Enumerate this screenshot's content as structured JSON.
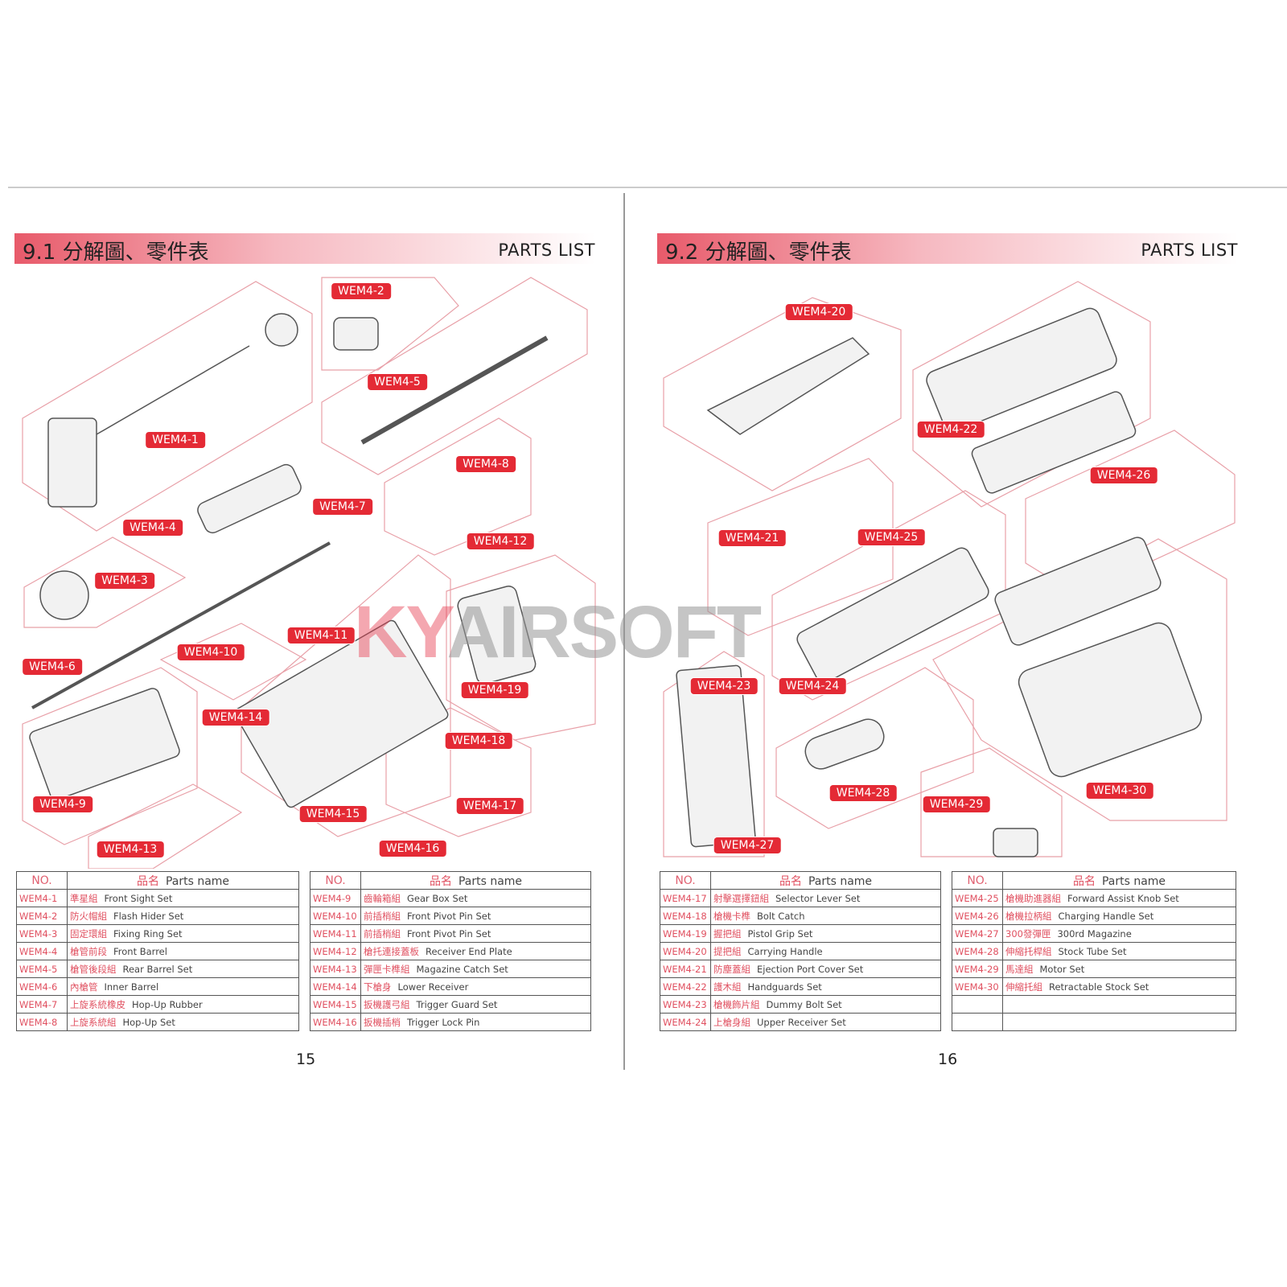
{
  "left_page": {
    "title": "9.1 分解圖、零件表",
    "subtitle": "PARTS LIST",
    "page_number": "15",
    "labels": [
      "WEM4-1",
      "WEM4-2",
      "WEM4-5",
      "WEM4-8",
      "WEM4-7",
      "WEM4-4",
      "WEM4-12",
      "WEM4-3",
      "WEM4-6",
      "WEM4-10",
      "WEM4-11",
      "WEM4-19",
      "WEM4-14",
      "WEM4-18",
      "WEM4-9",
      "WEM4-17",
      "WEM4-15",
      "WEM4-16",
      "WEM4-13"
    ]
  },
  "right_page": {
    "title": "9.2 分解圖、零件表",
    "subtitle": "PARTS LIST",
    "page_number": "16",
    "labels": [
      "WEM4-20",
      "WEM4-22",
      "WEM4-26",
      "WEM4-21",
      "WEM4-25",
      "WEM4-23",
      "WEM4-24",
      "WEM4-28",
      "WEM4-30",
      "WEM4-29",
      "WEM4-27"
    ]
  },
  "watermark": "KY AIRSOFT",
  "table_headers": {
    "no": "NO.",
    "name_zh": "品名",
    "name_en": "Parts name"
  },
  "tables": [
    [
      [
        "WEM4-1",
        "準星組",
        "Front Sight Set"
      ],
      [
        "WEM4-2",
        "防火帽組",
        "Flash Hider Set"
      ],
      [
        "WEM4-3",
        "固定環組",
        "Fixing Ring Set"
      ],
      [
        "WEM4-4",
        "槍管前段",
        "Front Barrel"
      ],
      [
        "WEM4-5",
        "槍管後段組",
        "Rear Barrel Set"
      ],
      [
        "WEM4-6",
        "內槍管",
        "Inner Barrel"
      ],
      [
        "WEM4-7",
        "上旋系統橡皮",
        "Hop-Up Rubber"
      ],
      [
        "WEM4-8",
        "上旋系統組",
        "Hop-Up Set"
      ]
    ],
    [
      [
        "WEM4-9",
        "齒輪箱組",
        "Gear Box Set"
      ],
      [
        "WEM4-10",
        "前插梢組",
        "Front Pivot Pin Set"
      ],
      [
        "WEM4-11",
        "前插梢組",
        "Front Pivot Pin Set"
      ],
      [
        "WEM4-12",
        "槍托連接蓋板",
        "Receiver End Plate"
      ],
      [
        "WEM4-13",
        "彈匣卡榫組",
        "Magazine Catch Set"
      ],
      [
        "WEM4-14",
        "下槍身",
        "Lower Receiver"
      ],
      [
        "WEM4-15",
        "扳機護弓組",
        "Trigger Guard Set"
      ],
      [
        "WEM4-16",
        "扳機插梢",
        "Trigger Lock Pin"
      ]
    ],
    [
      [
        "WEM4-17",
        "射擊選擇鈕組",
        "Selector Lever Set"
      ],
      [
        "WEM4-18",
        "槍機卡榫",
        "Bolt Catch"
      ],
      [
        "WEM4-19",
        "握把組",
        "Pistol Grip Set"
      ],
      [
        "WEM4-20",
        "提把組",
        "Carrying Handle"
      ],
      [
        "WEM4-21",
        "防塵蓋組",
        "Ejection Port Cover Set"
      ],
      [
        "WEM4-22",
        "護木組",
        "Handguards Set"
      ],
      [
        "WEM4-23",
        "槍機飾片組",
        "Dummy Bolt Set"
      ],
      [
        "WEM4-24",
        "上槍身組",
        "Upper Receiver Set"
      ]
    ],
    [
      [
        "WEM4-25",
        "槍機助進器組",
        "Forward Assist Knob Set"
      ],
      [
        "WEM4-26",
        "槍機拉柄組",
        "Charging Handle Set"
      ],
      [
        "WEM4-27",
        "300發彈匣",
        "300rd Magazine"
      ],
      [
        "WEM4-28",
        "伸縮托桿組",
        "Stock Tube Set"
      ],
      [
        "WEM4-29",
        "馬達組",
        "Motor Set"
      ],
      [
        "WEM4-30",
        "伸縮托組",
        "Retractable Stock Set"
      ],
      [
        "",
        "",
        ""
      ],
      [
        "",
        "",
        ""
      ]
    ]
  ],
  "colors": {
    "accent": "#e42a35",
    "header_gradient": "#e85a6a"
  }
}
